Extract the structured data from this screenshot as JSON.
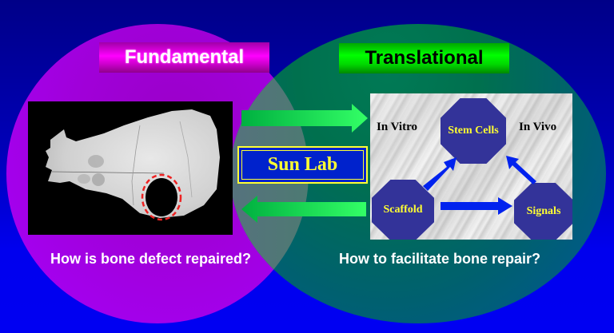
{
  "slide": {
    "colors": {
      "background_top": "#000088",
      "background_bottom": "#0000ee",
      "left_circle": "#a000d8",
      "right_circle": "#007060",
      "arrow_green": "#00ff44",
      "octagon_fill": "#333399",
      "octagon_text": "#ffff33",
      "sunlab_fill": "#0022cc",
      "sunlab_text": "#ffff33"
    },
    "left": {
      "heading": "Fundamental",
      "image_icon": "skull-ct-scan-image",
      "defect_marker": "red-dashed-circle",
      "question": "How is bone defect repaired?"
    },
    "right": {
      "heading": "Translational",
      "question": "How to facilitate bone repair?",
      "diagram": {
        "label_left": "In Vitro",
        "label_right": "In Vivo",
        "nodes": [
          "Stem Cells",
          "Scaffold",
          "Signals"
        ],
        "edges": [
          {
            "from": "Scaffold",
            "to": "Stem Cells"
          },
          {
            "from": "Signals",
            "to": "Stem Cells"
          },
          {
            "from": "Scaffold",
            "to": "Signals"
          }
        ]
      }
    },
    "center": {
      "label": "Sun Lab",
      "arrow_top_direction": "right",
      "arrow_bottom_direction": "left"
    }
  }
}
